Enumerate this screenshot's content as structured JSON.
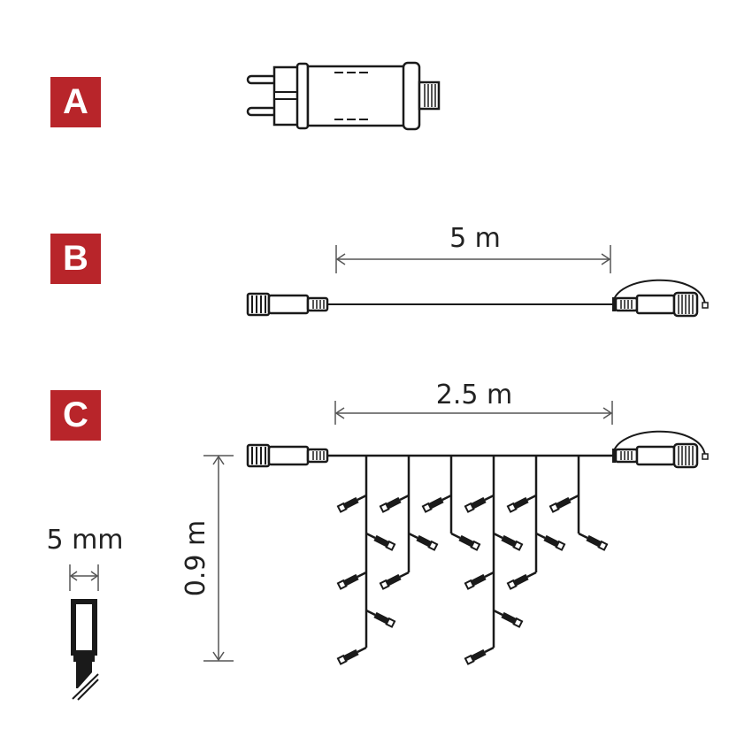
{
  "sections": [
    {
      "badge": "A",
      "component": "power adapter with plug and output connector"
    },
    {
      "badge": "B",
      "component": "extension cable",
      "dimension": "5 m"
    },
    {
      "badge": "C",
      "component": "icicle light string",
      "dimension_width": "2.5 m",
      "dimension_height": "0.9 m"
    }
  ],
  "bulb_detail": {
    "dimension": "5 mm"
  },
  "colors": {
    "badge_bg": "#b8252a",
    "badge_text": "#ffffff",
    "line": "#1a1a1a",
    "dim_line": "#555555"
  }
}
